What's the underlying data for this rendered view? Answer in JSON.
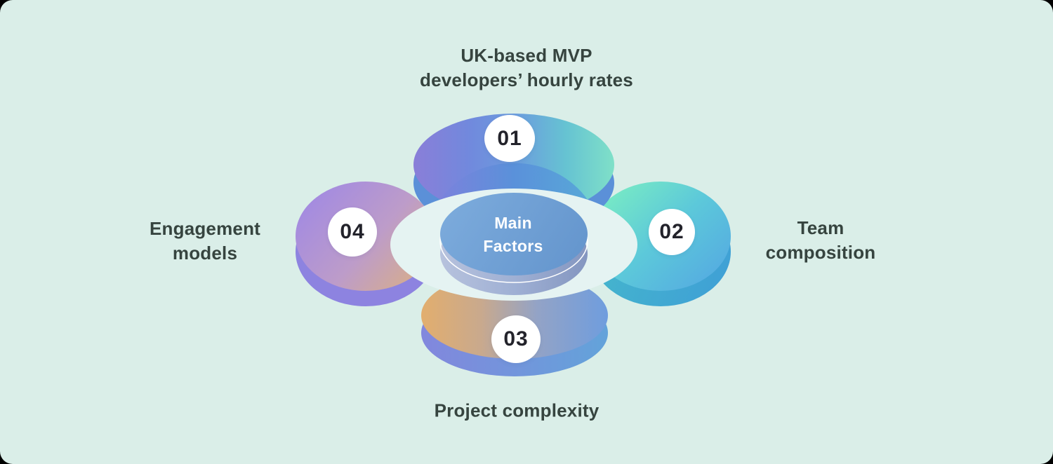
{
  "diagram": {
    "center_label": {
      "lines": [
        "Main",
        "Factors"
      ]
    },
    "factors": [
      {
        "number": "01",
        "position": "top",
        "label": "UK-based MVP developers’ hourly rates",
        "label_lines": [
          "UK-based MVP",
          "developers’ hourly rates"
        ]
      },
      {
        "number": "02",
        "position": "right",
        "label": "Team composition",
        "label_lines": [
          "Team",
          "composition"
        ]
      },
      {
        "number": "03",
        "position": "bottom",
        "label": "Project complexity",
        "label_lines": [
          "Project complexity",
          ""
        ]
      },
      {
        "number": "04",
        "position": "left",
        "label": "Engagement models",
        "label_lines": [
          "Engagement",
          "models"
        ]
      }
    ],
    "colors": {
      "page_background": "#000000",
      "canvas_background": "#daeee8",
      "plate": "#e5f3f2",
      "center_cylinder": "#6f9fd4",
      "center_cylinder_side": "#8d9ec6",
      "label_text": "#36443f",
      "badge_background": "#ffffff",
      "badge_text": "#23232b",
      "petal_01_gradient": [
        "#8a7ed8",
        "#6b9edd",
        "#7fe0c8"
      ],
      "petal_02_gradient": [
        "#76e8c6",
        "#5cc8da",
        "#54a7e2"
      ],
      "petal_03_gradient": [
        "#e2ae6e",
        "#93a3c6",
        "#6f9dde"
      ],
      "petal_04_gradient": [
        "#a28ae2",
        "#bd9cc9",
        "#deb27b"
      ],
      "petal_side_blue": "#5b90d8"
    }
  }
}
